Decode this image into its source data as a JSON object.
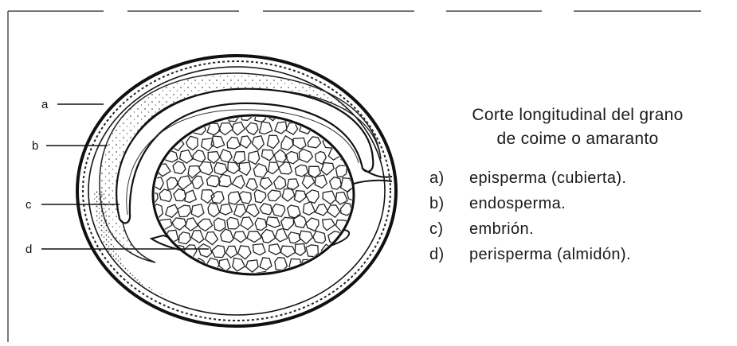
{
  "diagram": {
    "title_line1": "Corte longitudinal del grano",
    "title_line2": "de coime o amaranto",
    "pointers": [
      {
        "letter": "a"
      },
      {
        "letter": "b"
      },
      {
        "letter": "c"
      },
      {
        "letter": "d"
      }
    ],
    "legend": [
      {
        "key": "a)",
        "text": "episperma (cubierta)."
      },
      {
        "key": "b)",
        "text": "endosperma."
      },
      {
        "key": "c)",
        "text": "embrión."
      },
      {
        "key": "d)",
        "text": "perisperma (almidón)."
      }
    ]
  }
}
